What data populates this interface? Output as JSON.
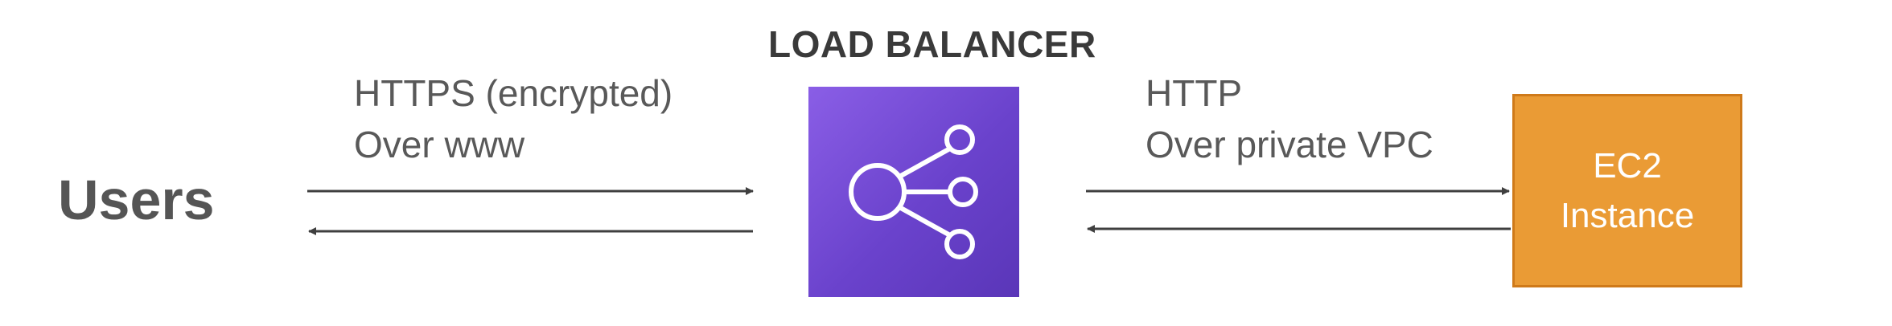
{
  "users": {
    "label": "Users"
  },
  "load_balancer": {
    "title": "LOAD BALANCER"
  },
  "left_link": {
    "line1": "HTTPS (encrypted)",
    "line2": "Over www"
  },
  "right_link": {
    "line1": "HTTP",
    "line2": "Over private VPC"
  },
  "ec2": {
    "line1": "EC2",
    "line2": "Instance"
  },
  "colors": {
    "lb_gradient_start": "#8a5ee6",
    "lb_gradient_end": "#5a36b8",
    "ec2_fill": "#ea9b35",
    "ec2_border": "#cf7a1a",
    "arrow": "#3f3f3f"
  },
  "icons": {
    "load_balancer": "load-balancer-icon"
  }
}
